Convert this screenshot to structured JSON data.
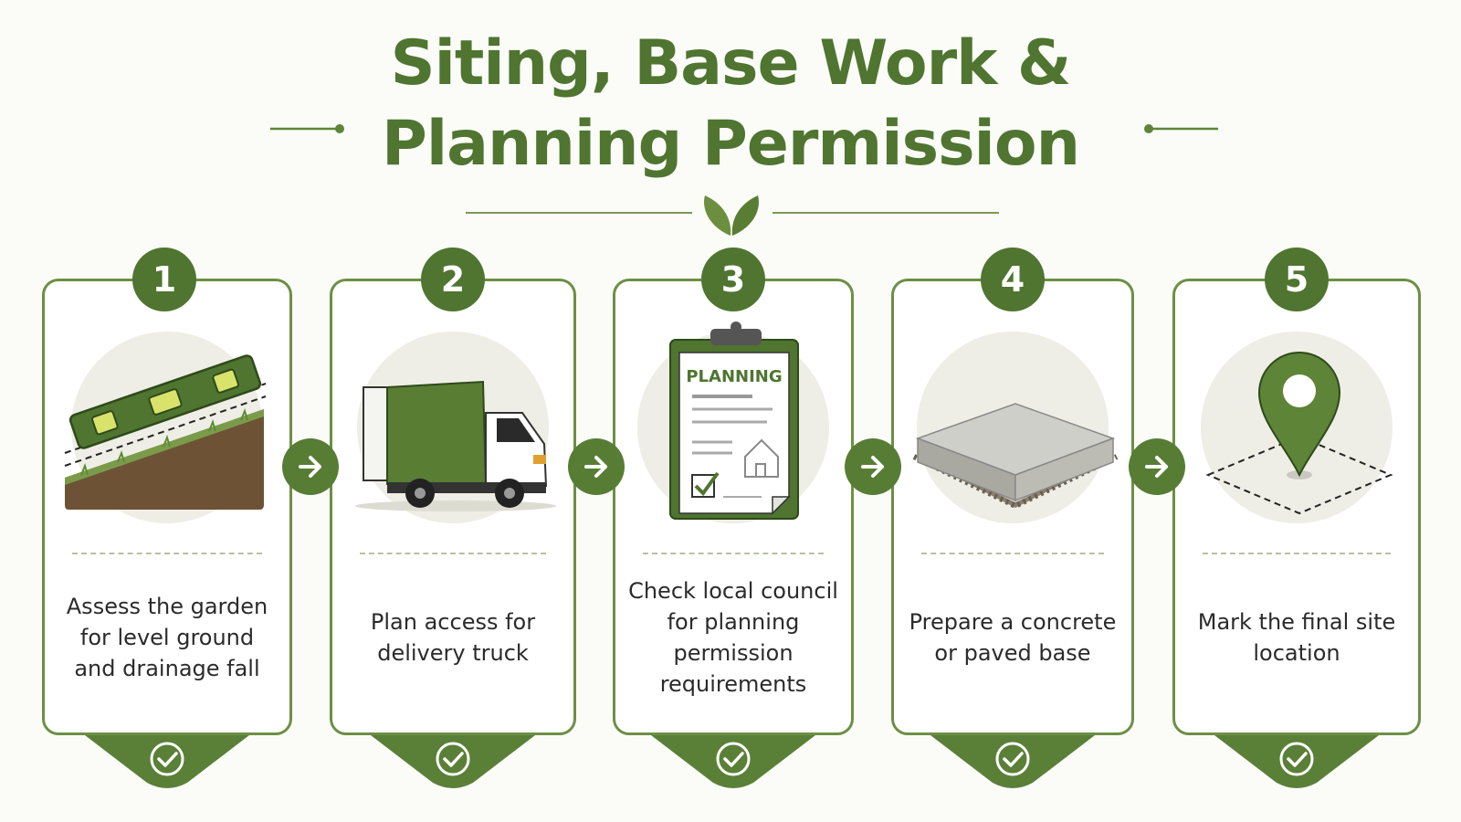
{
  "title": {
    "line1": "Siting, Base Work &",
    "line2": "Planning Permission"
  },
  "colors": {
    "primary": "#4f7530",
    "card_border": "#6d8f45",
    "text": "#2b2b2b"
  },
  "steps": [
    {
      "number": "1",
      "text": "Assess the garden for level ground and drainage fall",
      "icon": "spirit-level-icon"
    },
    {
      "number": "2",
      "text": "Plan access for delivery truck",
      "icon": "delivery-truck-icon"
    },
    {
      "number": "3",
      "text": "Check local council for planning permission requirements",
      "icon": "planning-clipboard-icon",
      "icon_label": "PLANNING"
    },
    {
      "number": "4",
      "text": "Prepare a concrete or paved base",
      "icon": "concrete-base-icon"
    },
    {
      "number": "5",
      "text": "Mark the final site location",
      "icon": "location-pin-icon"
    }
  ]
}
